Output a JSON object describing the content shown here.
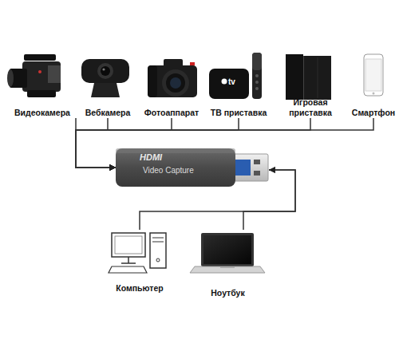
{
  "diagram": {
    "nodes": [
      {
        "text": [
          "Видеокамера"
        ]
      },
      {
        "text": [
          "Вебкамера"
        ]
      },
      {
        "text": [
          "Фотоаппарат"
        ]
      },
      {
        "text": [
          "ТВ приставка"
        ]
      },
      {
        "text": [
          "Игровая приставка"
        ]
      },
      {
        "text": [
          "Смартфон"
        ]
      },
      {
        "text": [
          "HDMI",
          "Video Capture"
        ]
      },
      {
        "text": [
          "Компьютер"
        ]
      },
      {
        "text": [
          "Ноутбук"
        ]
      }
    ],
    "edges": [
      {
        "from": 0,
        "to": 6,
        "arrow": "to"
      },
      {
        "from": 1,
        "to": 6,
        "arrow": "to"
      },
      {
        "from": 2,
        "to": 6,
        "arrow": "to"
      },
      {
        "from": 3,
        "to": 6,
        "arrow": "to"
      },
      {
        "from": 4,
        "to": 6,
        "arrow": "to"
      },
      {
        "from": 5,
        "to": 6,
        "arrow": "to"
      },
      {
        "from": 7,
        "to": 6,
        "arrow": "to"
      },
      {
        "from": 8,
        "to": 6,
        "arrow": "to"
      }
    ],
    "labels": [
      "tv"
    ]
  }
}
